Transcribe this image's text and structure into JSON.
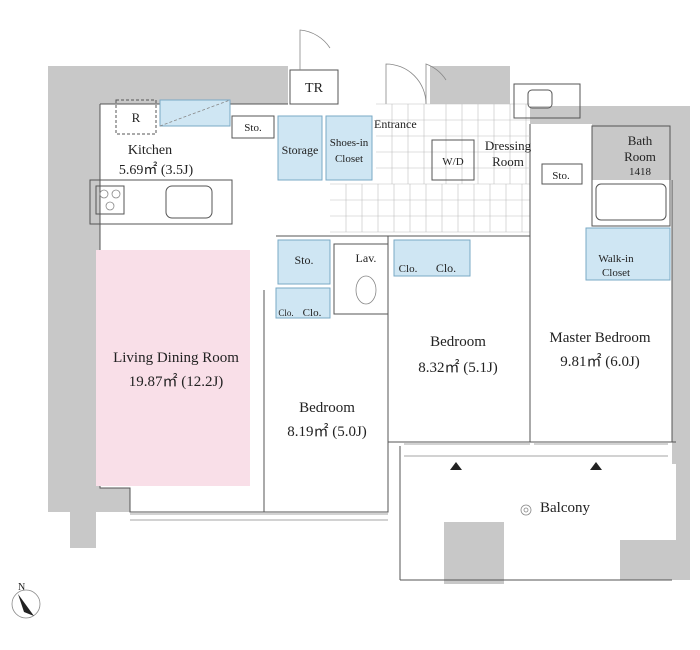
{
  "rooms": {
    "tr": "TR",
    "entrance": "Entrance",
    "storage": "Storage",
    "shoes_line1": "Shoes-in",
    "shoes_line2": "Closet",
    "sto": "Sto.",
    "kitchen": "Kitchen",
    "kitchen_area": "5.69㎡ (3.5J)",
    "fridge": "R",
    "wd": "W/D",
    "dressing_line1": "Dressing",
    "dressing_line2": "Room",
    "bath_line1": "Bath",
    "bath_line2": "Room",
    "bath_size": "1418",
    "lav": "Lav.",
    "clo": "Clo.",
    "walkin_line1": "Walk-in",
    "walkin_line2": "Closet",
    "living": "Living Dining Room",
    "living_area": "19.87㎡ (12.2J)",
    "bedroom": "Bedroom",
    "bedroom1_area": "8.19㎡ (5.0J)",
    "bedroom2_area": "8.32㎡ (5.1J)",
    "master": "Master Bedroom",
    "master_area": "9.81㎡ (6.0J)",
    "balcony": "Balcony",
    "north": "N"
  },
  "colors": {
    "living_fill": "#f9dfe8",
    "storage_fill": "#cfe6f3",
    "wall": "#c8c8c8"
  }
}
